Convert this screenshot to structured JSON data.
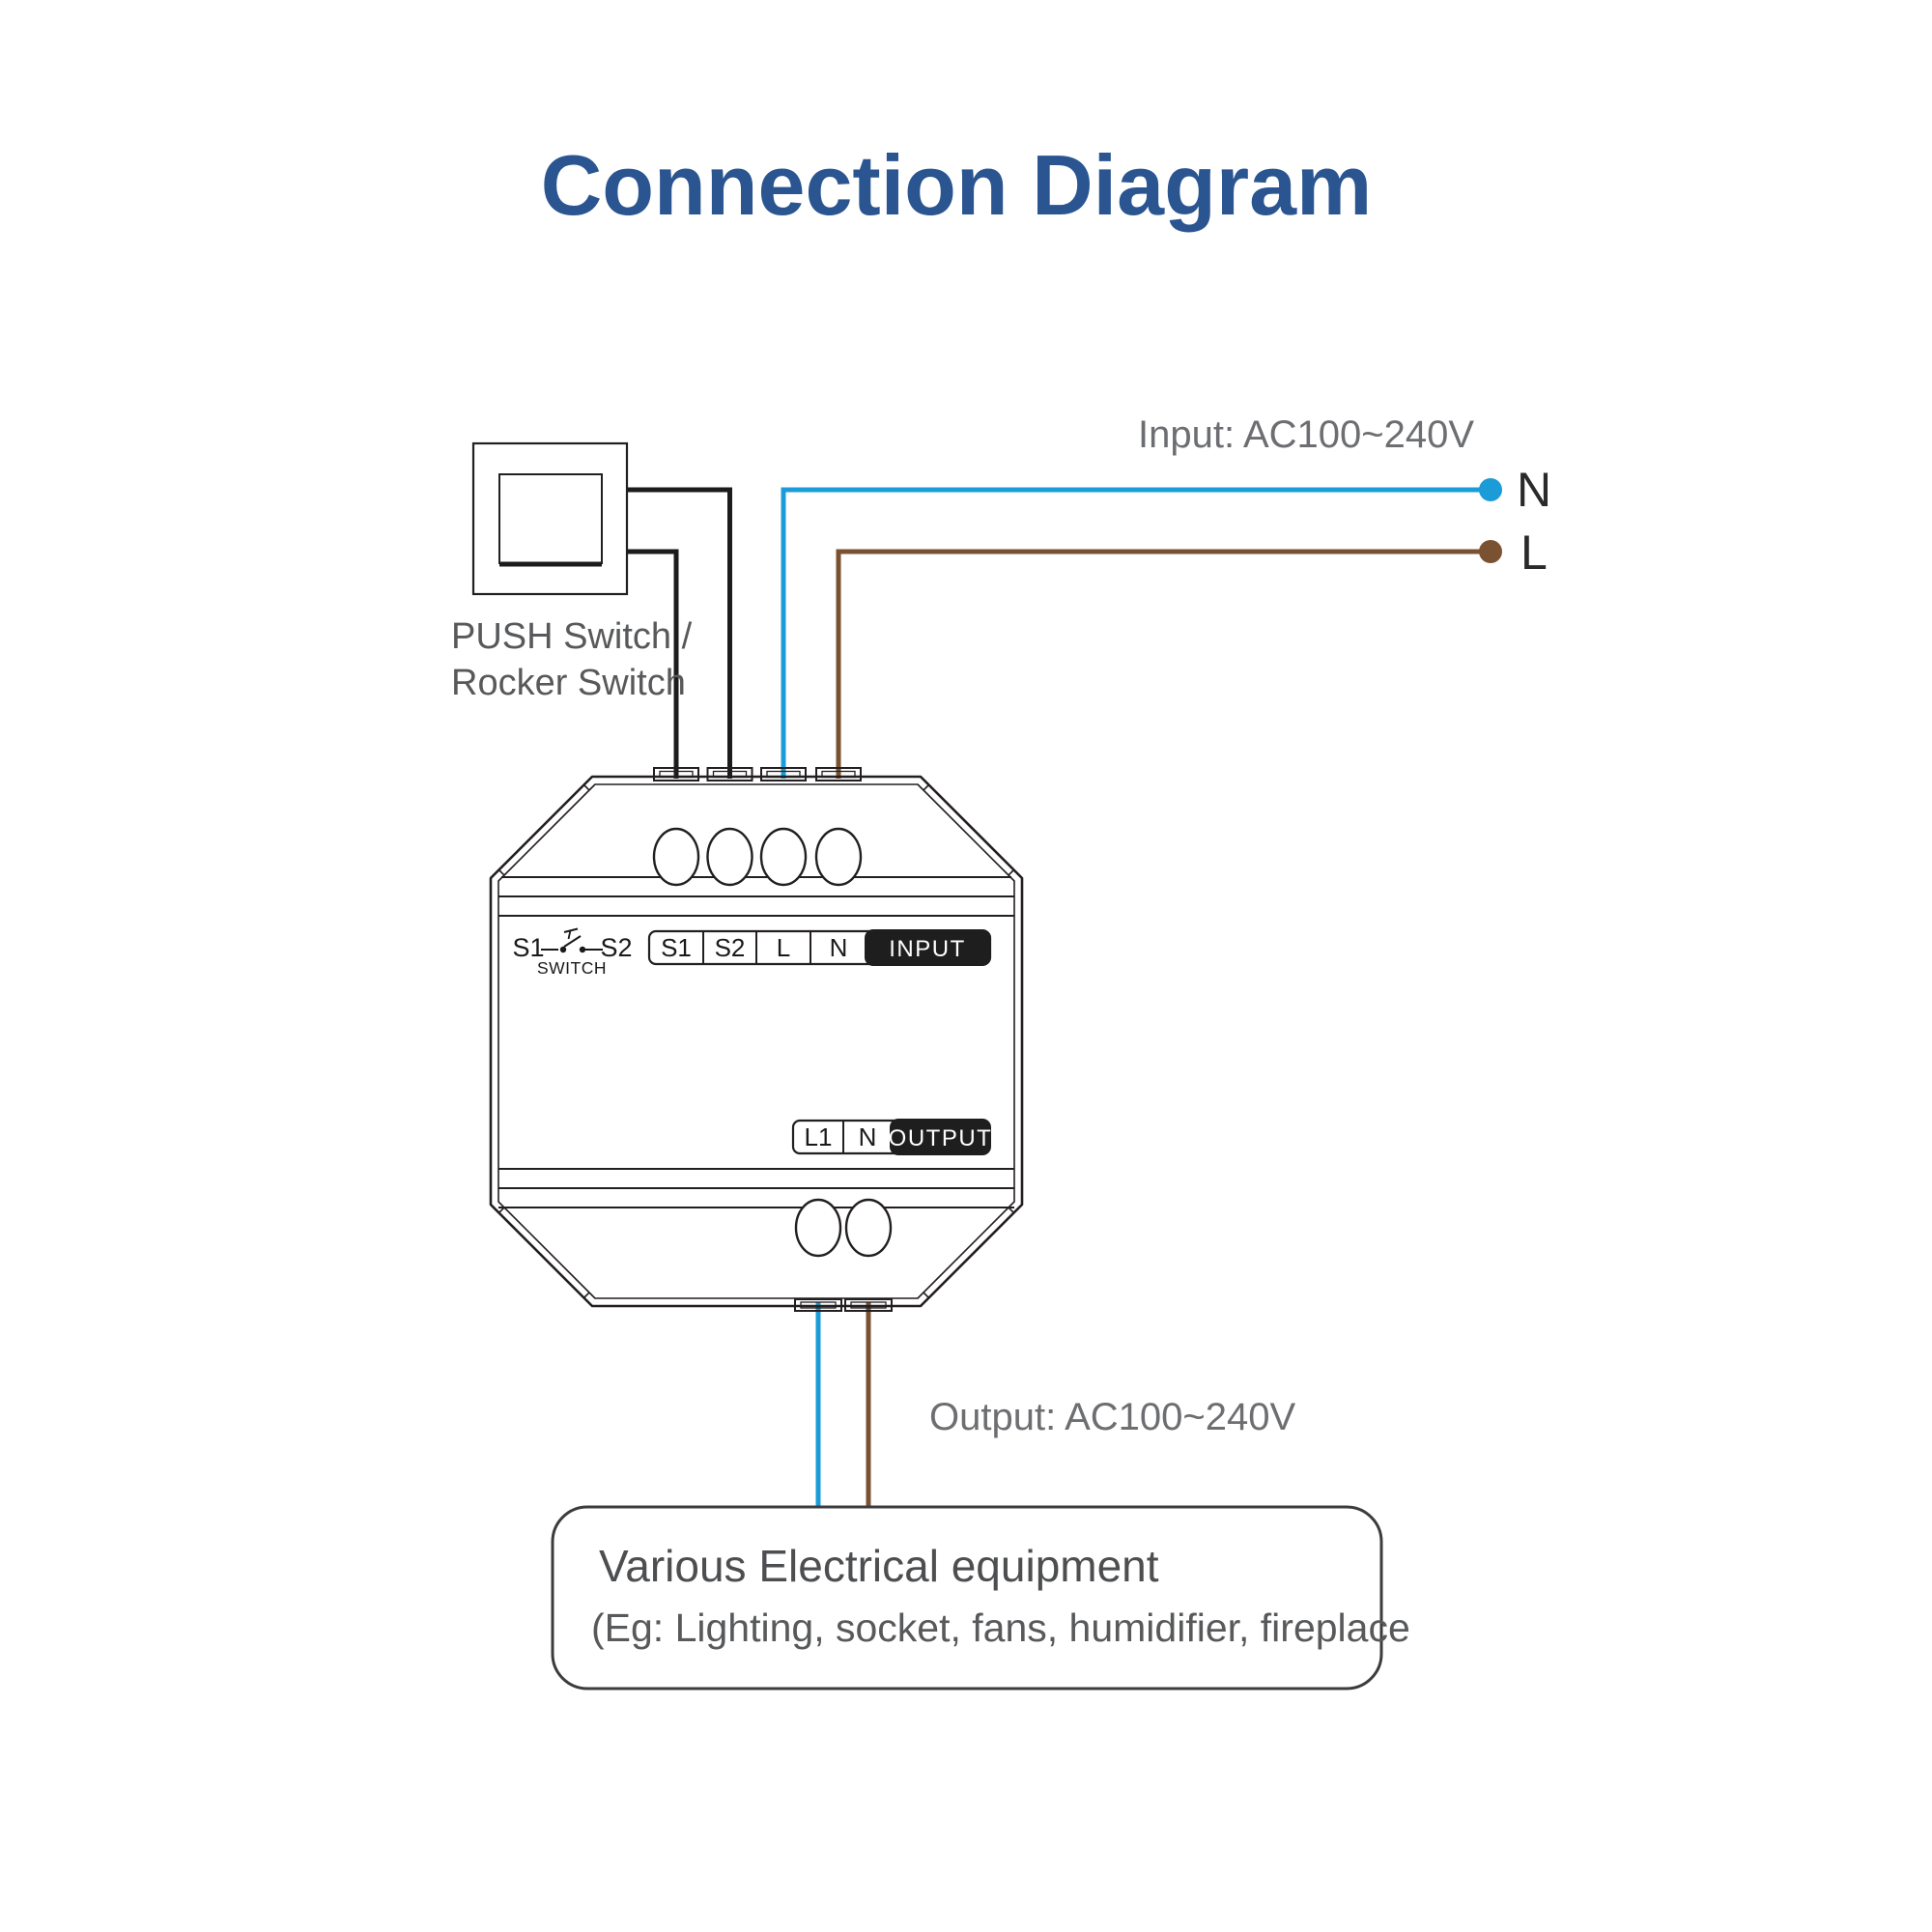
{
  "title": "Connection Diagram",
  "colors": {
    "title_blue": "#2A5591",
    "wire_blue": "#1B9CD8",
    "wire_brown": "#7A5231",
    "wire_black": "#1C1C1C",
    "terminal_black_bg": "#1E1E1E",
    "label_gray": "#6D6E71",
    "text_gray": "#58595B",
    "line_dark": "#231F20"
  },
  "push_switch": {
    "label_line1": "PUSH Switch /",
    "label_line2": "Rocker Switch"
  },
  "input": {
    "label": "Input: AC100~240V",
    "neutral": "N",
    "live": "L"
  },
  "device": {
    "switch_symbol": {
      "s1": "S1",
      "s2": "S2",
      "label": "SWITCH"
    },
    "input_terminals": {
      "cells": [
        "S1",
        "S2",
        "L",
        "N"
      ],
      "label": "INPUT"
    },
    "output_terminals": {
      "cells": [
        "L1",
        "N"
      ],
      "label": "OUTPUT"
    }
  },
  "output": {
    "label": "Output: AC100~240V"
  },
  "equipment": {
    "line1": "Various Electrical equipment",
    "line2": "(Eg: Lighting, socket, fans, humidifier, fireplace"
  }
}
